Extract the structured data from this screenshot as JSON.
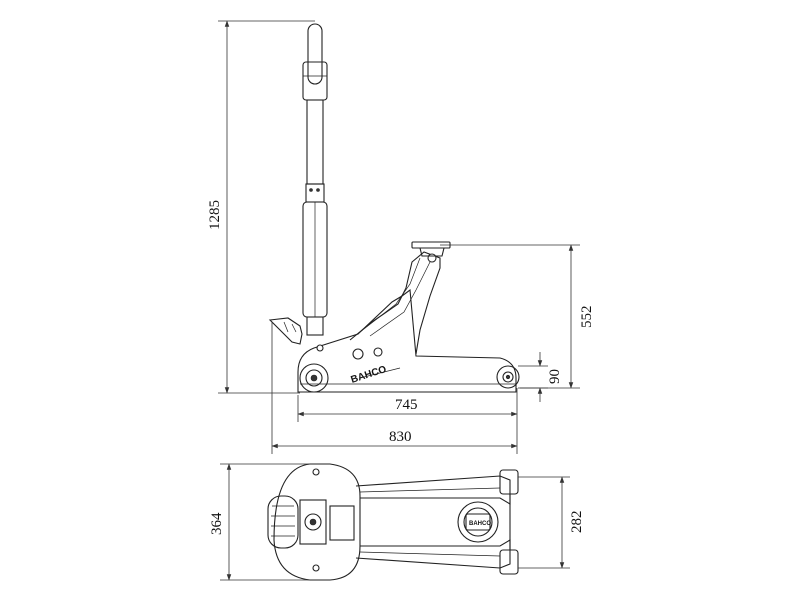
{
  "dimensions": {
    "height_total": "1285",
    "max_lift": "552",
    "min_height": "90",
    "wheelbase": "745",
    "length": "830",
    "width_total": "364",
    "width_rear": "282"
  },
  "logo": "BAHCO"
}
